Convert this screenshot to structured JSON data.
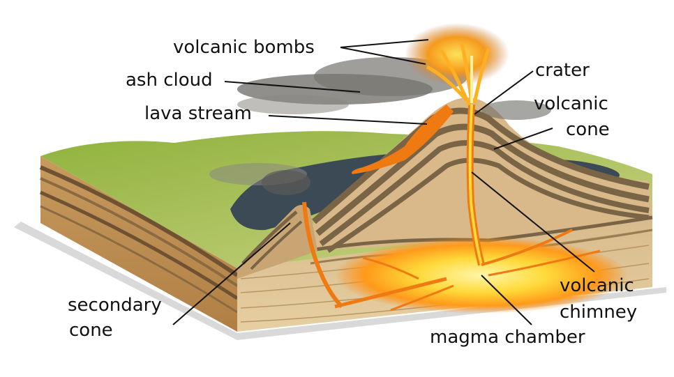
{
  "diagram": {
    "labels": {
      "volcanic_bombs": "volcanic bombs",
      "ash_cloud": "ash cloud",
      "lava_stream": "lava stream",
      "crater": "crater",
      "volcanic_cone_line1": "volcanic",
      "volcanic_cone_line2": "cone",
      "secondary_cone_line1": "secondary",
      "secondary_cone_line2": "cone",
      "volcanic_chimney_line1": "volcanic",
      "volcanic_chimney_line2": "chimney",
      "magma_chamber": "magma chamber"
    },
    "colors": {
      "label_text": "#111111",
      "leader_line": "#111111",
      "grass": "#9dbb4a",
      "soil": "#d9b98a",
      "rock_layer_dark": "#7a6446",
      "lava": "#f07a12",
      "magma_glow": "#ffd93a",
      "solidified_lava": "#3b4a55",
      "ash": "#6b6a66"
    }
  }
}
